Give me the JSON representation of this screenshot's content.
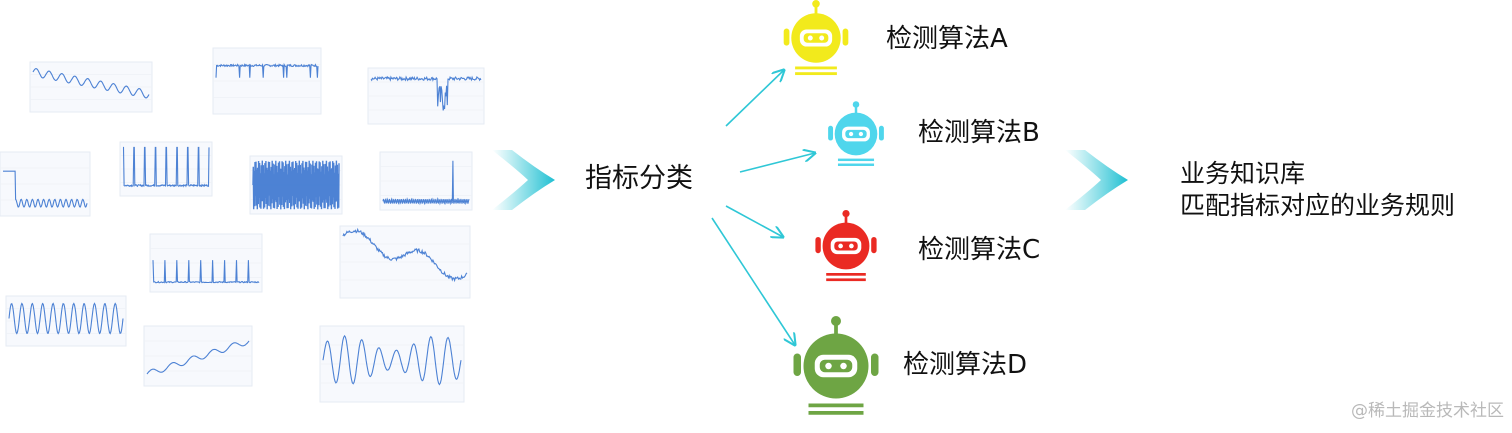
{
  "center_label": "指标分类",
  "algorithms": [
    {
      "label": "检测算法A",
      "color": "#f2ea1c"
    },
    {
      "label": "检测算法B",
      "color": "#4fd6ec"
    },
    {
      "label": "检测算法C",
      "color": "#ea2a23"
    },
    {
      "label": "检测算法D",
      "color": "#6ea544"
    }
  ],
  "knowledge_base": {
    "line1": "业务知识库",
    "line2": "匹配指标对应的业务规则"
  },
  "watermark": "@稀土掘金技术社区",
  "colors": {
    "arrow": "#2fc7d6",
    "series": "#3a74cf"
  }
}
